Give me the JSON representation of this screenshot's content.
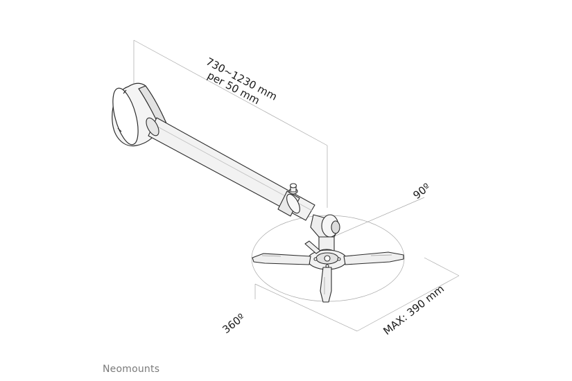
{
  "annotations": {
    "length_range": "730~1230 mm",
    "length_step": "per 50 mm",
    "tilt": "90º",
    "rotation": "360º",
    "max_depth": "MAX: 390 mm"
  },
  "brand": {
    "name": "Neomounts"
  },
  "colors": {
    "line": "#2b2b2b",
    "thin_line": "#9a9a9a",
    "fill": "#f4f4f4",
    "shade": "#d8d8d8"
  }
}
